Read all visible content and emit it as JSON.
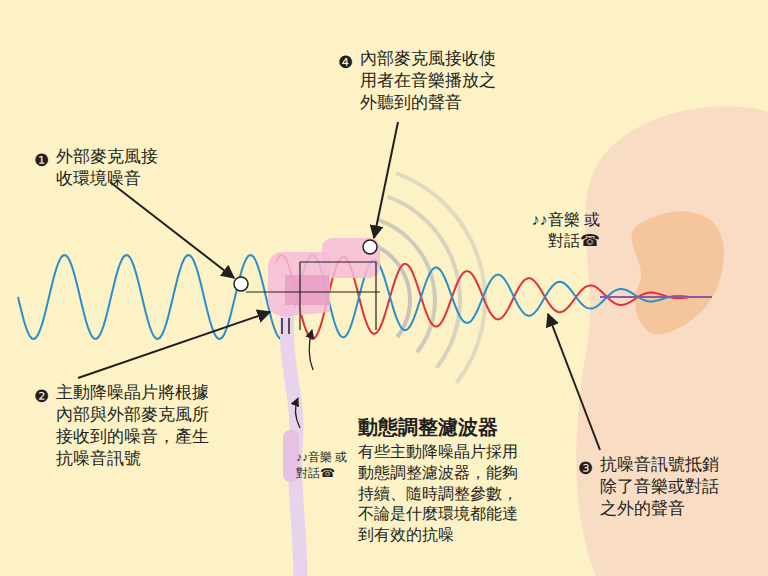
{
  "diagram": {
    "labels": [
      "❹",
      "內部麥克風接收使用者在音樂播放之外聽到的聲音",
      "❶",
      "外部麥克風接收環境噪音",
      "♪♪音樂 或對話☎",
      "❷",
      "主動降噪晶片將根據內部與外部麥克風所接收到的噪音，產生抗噪音訊號",
      "動態調整濾波器",
      "有些主動降噪晶片採用動態調整濾波器，能夠持續、隨時調整參數，不論是什麼環境都能達到有效的抗噪",
      "♪♪音樂 或對話☎",
      "❸",
      "抗噪音訊號抵銷除了音樂或對話之外的聲音"
    ]
  }
}
